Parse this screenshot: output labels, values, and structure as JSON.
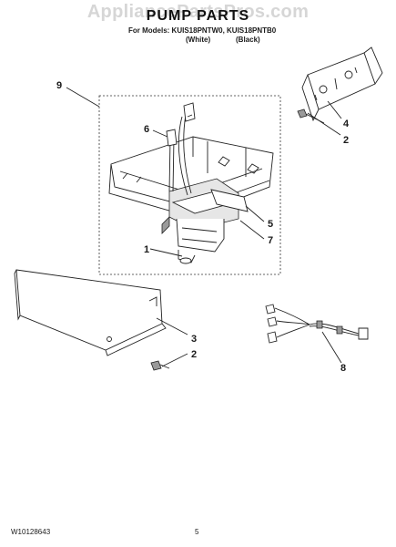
{
  "watermark": "AppliancePartsPros.com",
  "title": "PUMP PARTS",
  "models_line": "For Models: KUIS18PNTW0, KUIS18PNTB0",
  "finish_white": "(White)",
  "finish_black": "(Black)",
  "callouts": [
    "9",
    "6",
    "4",
    "2",
    "5",
    "7",
    "1",
    "3",
    "2",
    "8"
  ],
  "footer": {
    "doc_number": "W10128643",
    "page_number": "5"
  }
}
